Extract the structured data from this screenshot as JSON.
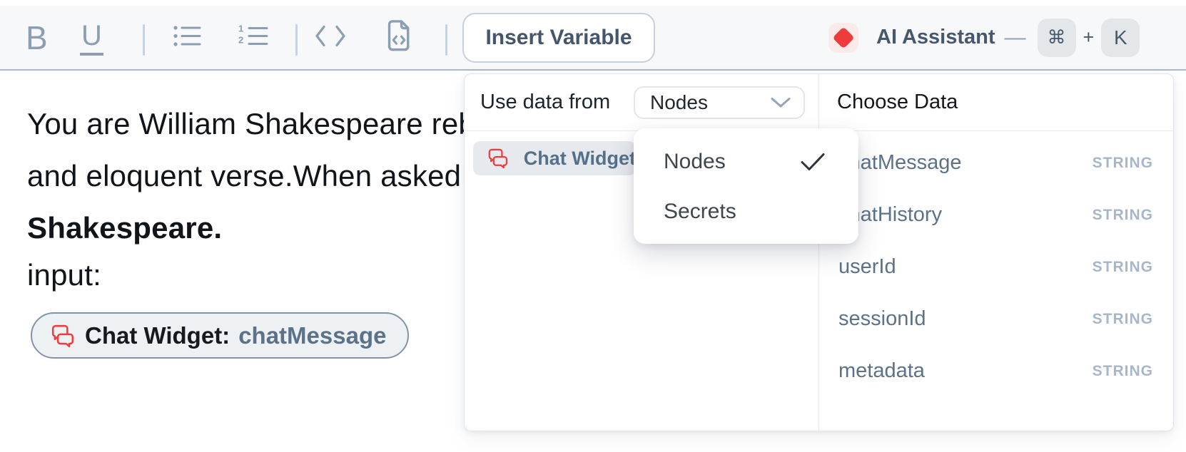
{
  "toolbar": {
    "bold_label": "B",
    "underline_label": "U",
    "insert_variable_label": "Insert Variable",
    "ai_assistant": {
      "label": "AI Assistant",
      "separator": "—",
      "cmd_key": "⌘",
      "plus": "+",
      "k_key": "K"
    }
  },
  "editor": {
    "line1": "You are William Shakespeare reb",
    "line2": "and eloquent verse.When asked s",
    "line3": "Shakespeare.",
    "prompt_label": "input:",
    "variable_chip": {
      "node_label": "Chat Widget:",
      "field": "chatMessage"
    }
  },
  "panel": {
    "use_data_from_label": "Use data from",
    "source_select": {
      "value": "Nodes"
    },
    "nodes": [
      {
        "label": "Chat Widget"
      }
    ],
    "source_dropdown": {
      "options": [
        {
          "label": "Nodes",
          "selected": true
        },
        {
          "label": "Secrets",
          "selected": false
        }
      ]
    },
    "choose_data": {
      "title": "Choose Data",
      "fields": [
        {
          "name": "chatMessage",
          "type": "STRING"
        },
        {
          "name": "chatHistory",
          "type": "STRING"
        },
        {
          "name": "userId",
          "type": "STRING"
        },
        {
          "name": "sessionId",
          "type": "STRING"
        },
        {
          "name": "metadata",
          "type": "STRING"
        }
      ]
    }
  },
  "colors": {
    "accent_red": "#ee3b3b",
    "slate_text": "#5b7289",
    "icon_gray": "#8d9eb3",
    "toolbar_bg": "#f7f8fa"
  }
}
